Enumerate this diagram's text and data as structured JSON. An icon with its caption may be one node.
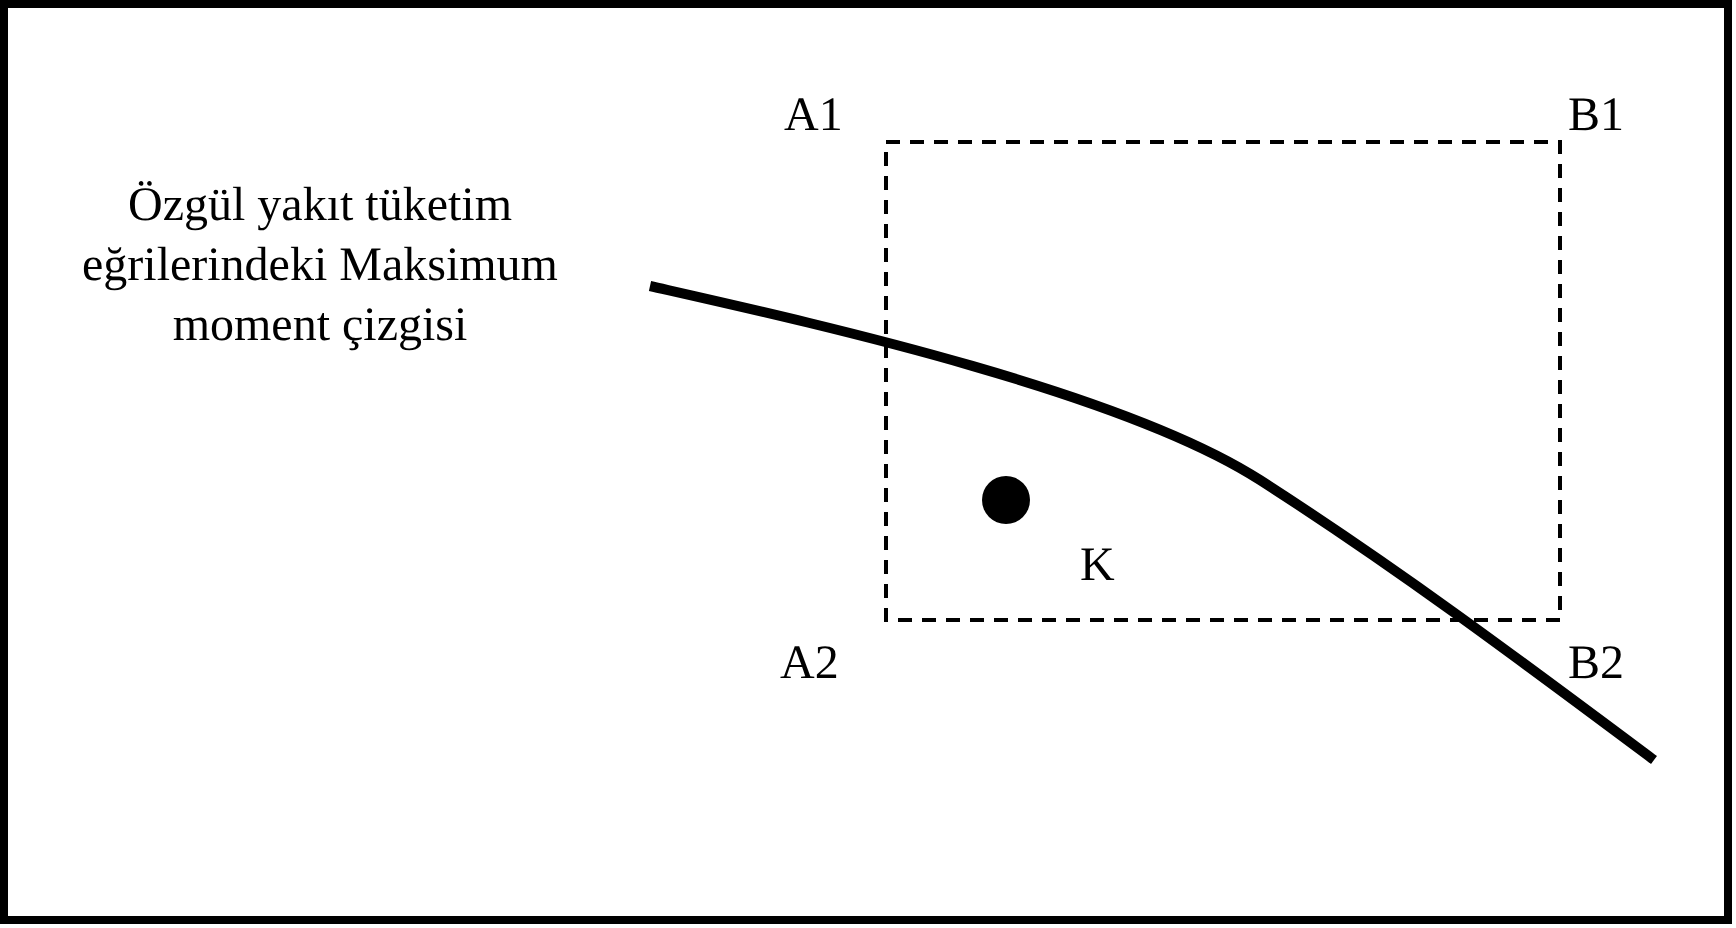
{
  "diagram": {
    "labels": [
      "Özgül yakıt tüketim eğrilerindeki Maksimum moment çizgisi",
      "A1",
      "B1",
      "A2",
      "B2",
      "K"
    ]
  }
}
